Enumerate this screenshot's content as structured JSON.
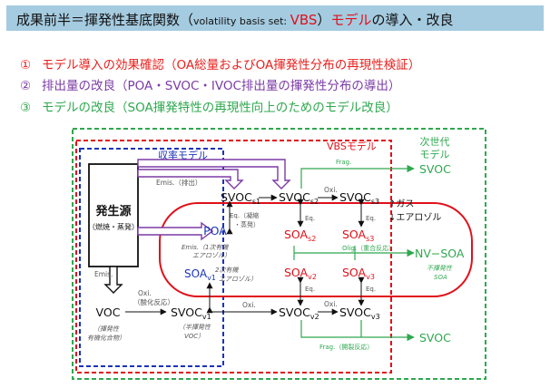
{
  "title": {
    "main": "成果前半＝揮発性基底関数（",
    "small": "volatility basis set: ",
    "vbs": "VBS",
    "close": "）",
    "model": "モデル",
    "rest": "の導入・改良"
  },
  "bullets": [
    {
      "num": "①",
      "text": "モデル導入の効果確認（OA総量およびOA揮発性分布の再現性検証）"
    },
    {
      "num": "②",
      "text": "排出量の改良（POA・SVOC・IVOC排出量の揮発性分布の導出）"
    },
    {
      "num": "③",
      "text": "モデルの改良（SOA揮発特性の再現性向上のためのモデル改良）"
    }
  ],
  "diagram": {
    "yield_model": "収率モデル",
    "vbs_model": "VBSモデル",
    "next_gen_1": "次世代",
    "next_gen_2": "モデル",
    "source_1": "発生源",
    "source_2": "（燃焼・蒸発）",
    "emis_top": "Emis.（排出）",
    "emis_poa_1": "Emis.（1次有機",
    "emis_poa_2": "エアロゾル）",
    "emis_voc": "Emis.",
    "poa": "POA",
    "eq_poa_1": "Eq.（凝縮",
    "eq_poa_2": "・蒸発）",
    "soa_v1": "SOA",
    "soa_v1_sub": "v1",
    "secondary_1": "2次有機",
    "secondary_2": "エアロゾル）",
    "voc": "VOC",
    "voc_desc_1": "（揮発性",
    "voc_desc_2": "有機化合物）",
    "oxi_voc_1": "Oxi.",
    "oxi_voc_2": "（酸化反応）",
    "svoc_v1_main": "SVOC",
    "svoc_v1_sub": "v1",
    "svoc_v1_desc_1": "（半揮発性",
    "svoc_v1_desc_2": "VOC）",
    "svoc": "SVOC",
    "soa": "SOA",
    "sub_s1": "s1",
    "sub_s2": "s2",
    "sub_s3": "s3",
    "sub_v2": "v2",
    "sub_v3": "v3",
    "oxi": "Oxi.",
    "eq": "Eq.",
    "frag": "Frag.",
    "frag_bottom": "Frag.（開裂反応）",
    "olig": "Olig.（重合反応）",
    "svoc_out_top": "SVOC",
    "svoc_out_bottom": "SVOC",
    "nv_soa": "NV−SOA",
    "nonvol_1": "不揮発性",
    "nonvol_2": "SOA",
    "gas": "↑ガス",
    "aerosol": "↓エアロゾル"
  },
  "colors": {
    "title_bg": "#a5cbe0",
    "red": "#e0101a",
    "blue": "#1a33b8",
    "green": "#2fa84f",
    "purple": "#7b3aa6"
  }
}
